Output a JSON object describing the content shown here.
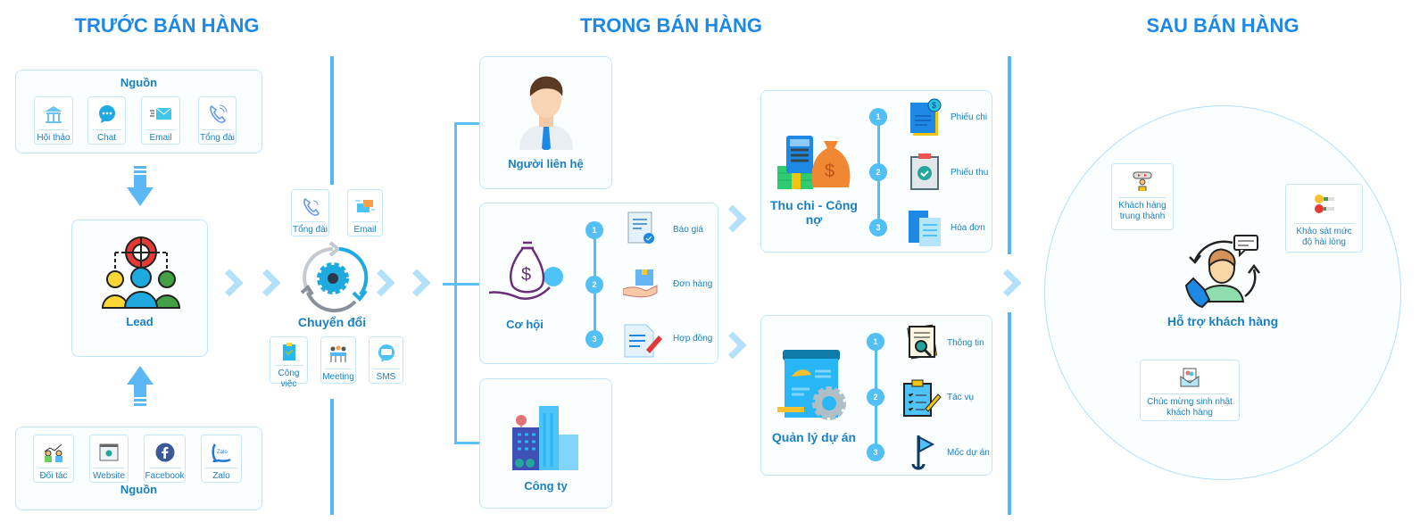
{
  "sections": {
    "before": "TRƯỚC BÁN HÀNG",
    "during": "TRONG BÁN HÀNG",
    "after": "SAU BÁN HÀNG"
  },
  "before": {
    "top_source": {
      "title": "Nguồn",
      "items": [
        "Hội thảo",
        "Chat",
        "Email",
        "Tổng đài"
      ]
    },
    "lead": "Lead",
    "bottom_source": {
      "title": "Nguồn",
      "items": [
        "Đối tác",
        "Website",
        "Facebook",
        "Zalo"
      ]
    }
  },
  "conversion": {
    "label": "Chuyển đổi",
    "top_items": [
      "Tổng đài",
      "Email"
    ],
    "bottom_items": [
      "Công việc",
      "Meeting",
      "SMS"
    ]
  },
  "during": {
    "contact": "Người liên hệ",
    "opportunity": {
      "label": "Cơ hội",
      "steps": [
        {
          "n": "1",
          "label": "Báo giá"
        },
        {
          "n": "2",
          "label": "Đơn hàng"
        },
        {
          "n": "3",
          "label": "Hợp đồng"
        }
      ]
    },
    "company": "Công ty",
    "finance": {
      "label": "Thu chi - Công nợ",
      "steps": [
        {
          "n": "1",
          "label": "Phiếu chi"
        },
        {
          "n": "2",
          "label": "Phiếu thu"
        },
        {
          "n": "3",
          "label": "Hóa đơn"
        }
      ]
    },
    "project": {
      "label": "Quản lý dự án",
      "steps": [
        {
          "n": "1",
          "label": "Thông tin"
        },
        {
          "n": "2",
          "label": "Tác vụ"
        },
        {
          "n": "3",
          "label": "Mốc dự án"
        }
      ]
    }
  },
  "after": {
    "center": "Hỗ trợ khách hàng",
    "loyal": "Khách hàng trung thành",
    "survey": "Khảo sát mức độ hài lòng",
    "birthday": "Chúc mừng sinh nhật khách hàng"
  },
  "colors": {
    "accent": "#1e88e5",
    "text": "#1a7fc4",
    "line": "#4fb8f5",
    "chevron": "#b3e0fb"
  }
}
